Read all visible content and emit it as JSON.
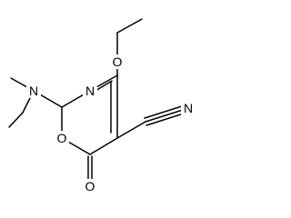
{
  "molecule": {
    "atoms": {
      "ring_nitrogen": "N",
      "ring_oxygen": "O",
      "carbonyl_oxygen": "O",
      "ether_oxygen": "O",
      "nitrile_nitrogen": "N",
      "amine_nitrogen": "N"
    }
  }
}
